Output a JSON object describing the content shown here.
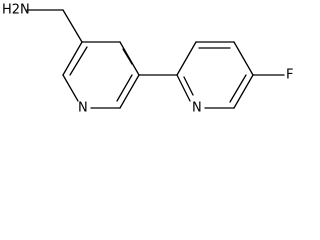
{
  "molecule": {
    "atoms": {
      "amine": "H2N",
      "pyridine_n_left": "N",
      "pyridine_n_right": "N",
      "fluorine": "F"
    }
  }
}
